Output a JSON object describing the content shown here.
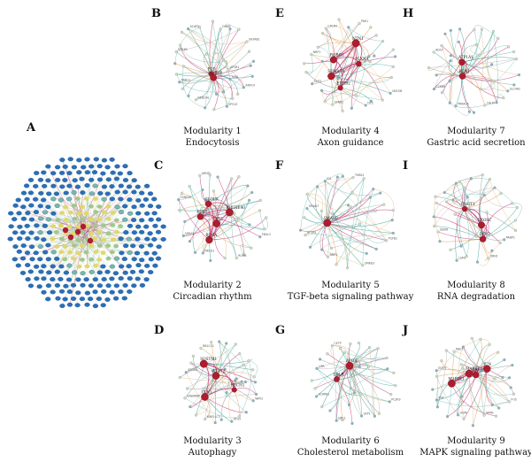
{
  "panels": [
    {
      "letter": "A"
    },
    {
      "letter": "B",
      "line1": "Modularity 1",
      "line2": "Endocytosis",
      "hubs": [
        "PLD",
        "CHMP"
      ],
      "labels": [
        "ARPC4",
        "EPS15",
        "NEDD4L",
        "RAB11",
        "VPS4B",
        "ACAP2",
        "DNM2",
        "SH3KB1",
        "AP2B1",
        "CLTA"
      ]
    },
    {
      "letter": "C",
      "line1": "Modularity 2",
      "line2": "Circadian rhythm",
      "hubs": [
        "RORA",
        "BHLHE40",
        "CRY1",
        "CLOCK",
        "PER3"
      ],
      "labels": [
        "FBXL3",
        "RORB",
        "NR1D1",
        "NPAS2",
        "CSNK1E",
        "ARNTL"
      ]
    },
    {
      "letter": "D",
      "line1": "Modularity 3",
      "line2": "Autophagy",
      "hubs": [
        "ULK1",
        "SQSTM1",
        "ATG12",
        "BECN1"
      ],
      "labels": [
        "WIPI2",
        "ATG5",
        "MAP1LC3",
        "GABARAP",
        "ATG9A",
        "RB1CC1"
      ]
    },
    {
      "letter": "E",
      "line1": "Modularity 4",
      "line2": "Axon guidance",
      "hubs": [
        "SEMA7A",
        "EPHB2",
        "PLXNA",
        "ROBO1",
        "NTN1"
      ],
      "labels": [
        "UNC5B",
        "DCC",
        "EFNB1",
        "SLIT2",
        "NRP1",
        "CXCR4",
        "PAK1"
      ]
    },
    {
      "letter": "F",
      "line1": "Modularity 5",
      "line2": "TGF-beta signaling pathway",
      "hubs": [
        "SMAD2"
      ],
      "labels": [
        "TGFB1",
        "SMAD3",
        "BMP2",
        "ACVR1",
        "SMAD7",
        "ID1",
        "THBS1"
      ]
    },
    {
      "letter": "G",
      "line1": "Modularity 6",
      "line2": "Cholesterol metabolism",
      "hubs": [
        "LDLR",
        "APOB"
      ],
      "labels": [
        "PCSK9",
        "LRP1",
        "NPC1",
        "SCARB1",
        "LIPA",
        "CETP"
      ]
    },
    {
      "letter": "H",
      "line1": "Modularity 7",
      "line2": "Gastric acid secretion",
      "hubs": [
        "ATP1A1",
        "KCNJ"
      ],
      "labels": [
        "SLC4A2",
        "CALM",
        "PRKACA",
        "CCKBR",
        "ADCY"
      ]
    },
    {
      "letter": "I",
      "line1": "Modularity 8",
      "line2": "RNA degradation",
      "hubs": [
        "CNOT1",
        "EXOSC",
        "DCP2"
      ],
      "labels": [
        "PABPC",
        "XRN1",
        "LSM1",
        "DDX6"
      ]
    },
    {
      "letter": "J",
      "line1": "Modularity 9",
      "line2": "MAPK signaling pathway",
      "hubs": [
        "MAPK1",
        "RAF1",
        "MAP2K1",
        "JUN"
      ],
      "labels": [
        "FOS",
        "NFKB",
        "HSPA",
        "TNF",
        "EGFR",
        "RAC1"
      ]
    }
  ],
  "colors": {
    "hub": "#b01c2e",
    "node": "#d7dfc8",
    "blue_node": "#2a6fb8",
    "edge_pink": "#c43b7a",
    "edge_teal": "#4aa89a",
    "edge_orange": "#e0a35a",
    "edge_gray": "#9a9a9a"
  }
}
